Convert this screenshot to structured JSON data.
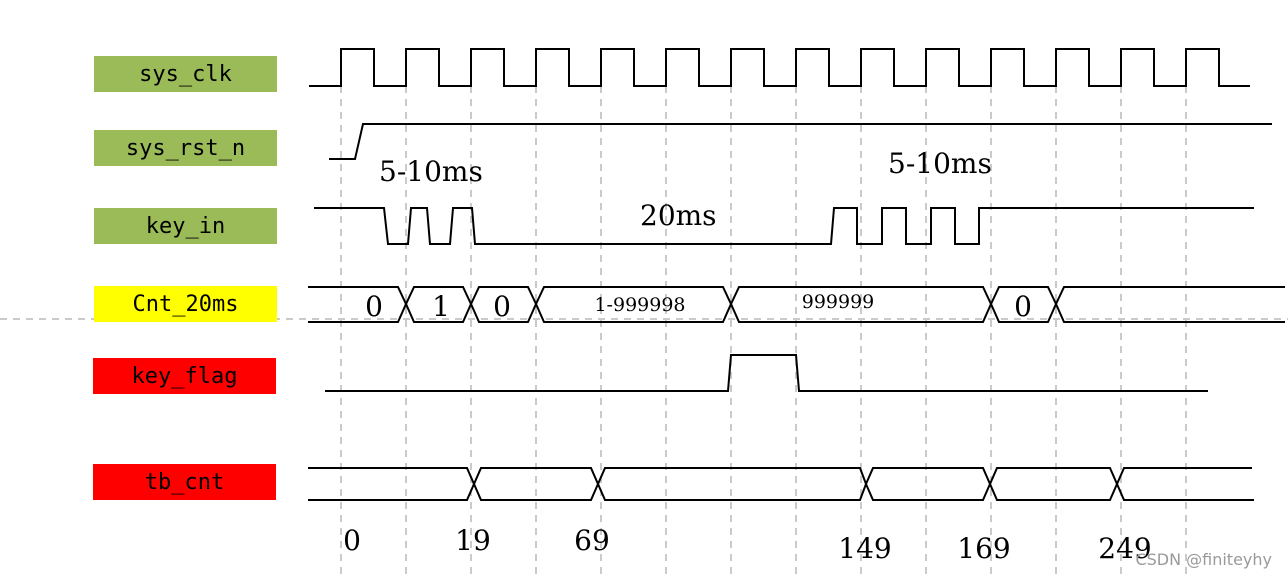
{
  "signals": [
    {
      "name": "sys_clk",
      "color": "#9bbb59"
    },
    {
      "name": "sys_rst_n",
      "color": "#9bbb59"
    },
    {
      "name": "key_in",
      "color": "#9bbb59"
    },
    {
      "name": "Cnt_20ms",
      "color": "#ffff00"
    },
    {
      "name": "key_flag",
      "color": "#ff0000"
    },
    {
      "name": "tb_cnt",
      "color": "#ff0000"
    }
  ],
  "annotations": {
    "bounce_first": "5-10ms",
    "bounce_second": "5-10ms",
    "stable": "20ms"
  },
  "cnt_values": [
    "0",
    "1",
    "0",
    "1-999998",
    "999999",
    "0"
  ],
  "time_labels": [
    "0",
    "19",
    "69",
    "149",
    "169",
    "249"
  ],
  "watermark": "CSDN @finiteyhy"
}
